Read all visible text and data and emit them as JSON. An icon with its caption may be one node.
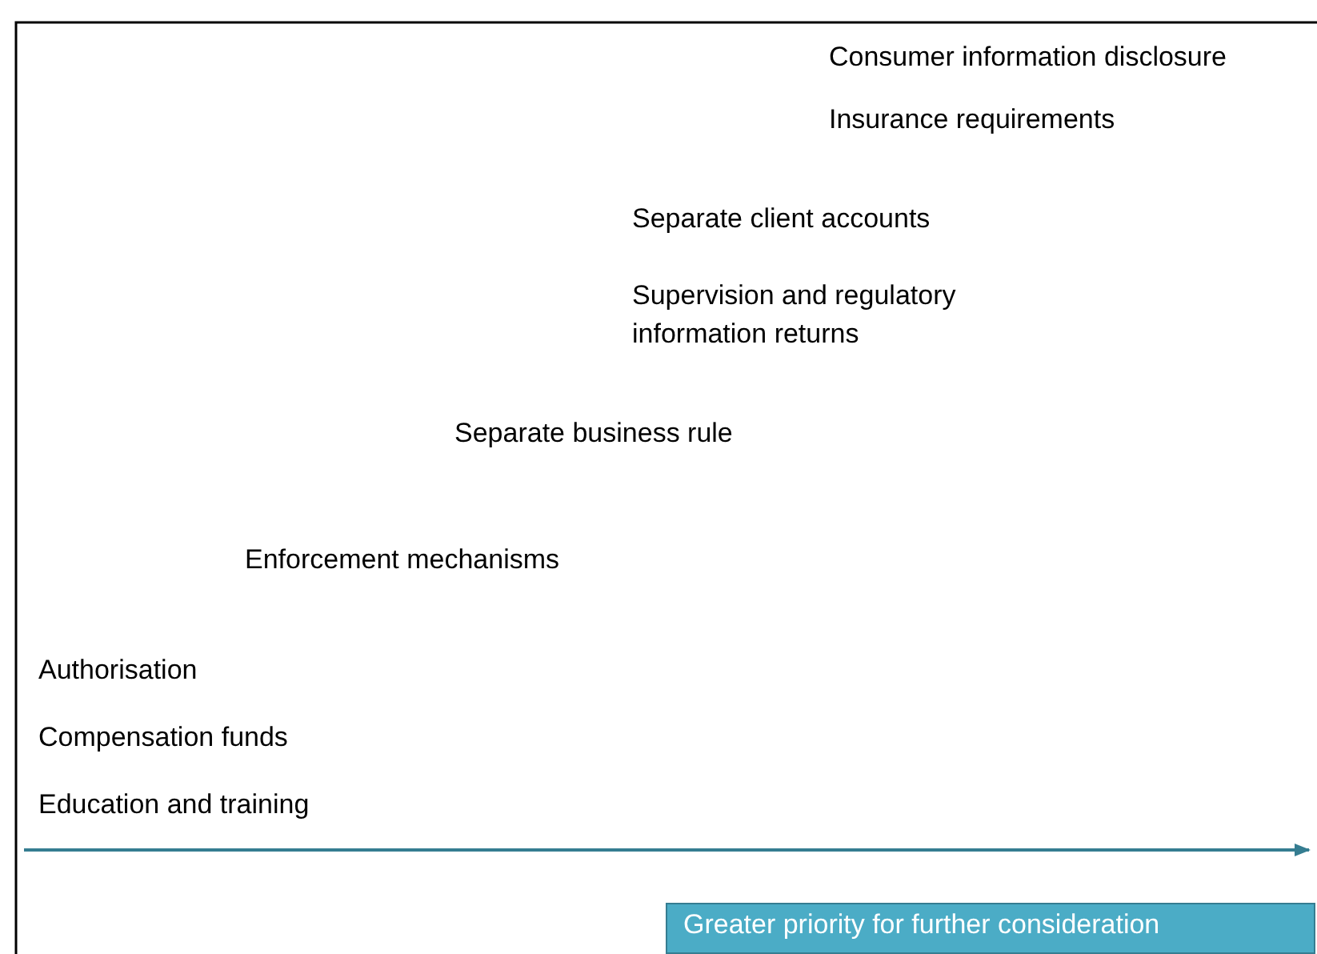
{
  "diagram": {
    "nodes": [
      {
        "text": [
          "Greater priority for further consideration"
        ]
      }
    ],
    "labels": [
      "Consumer information disclosure",
      "Insurance requirements",
      "Separate client accounts",
      "Supervision and regulatory information returns",
      "Separate business rule",
      "Enforcement mechanisms",
      "Authorisation",
      "Compensation funds",
      "Education and training"
    ]
  }
}
